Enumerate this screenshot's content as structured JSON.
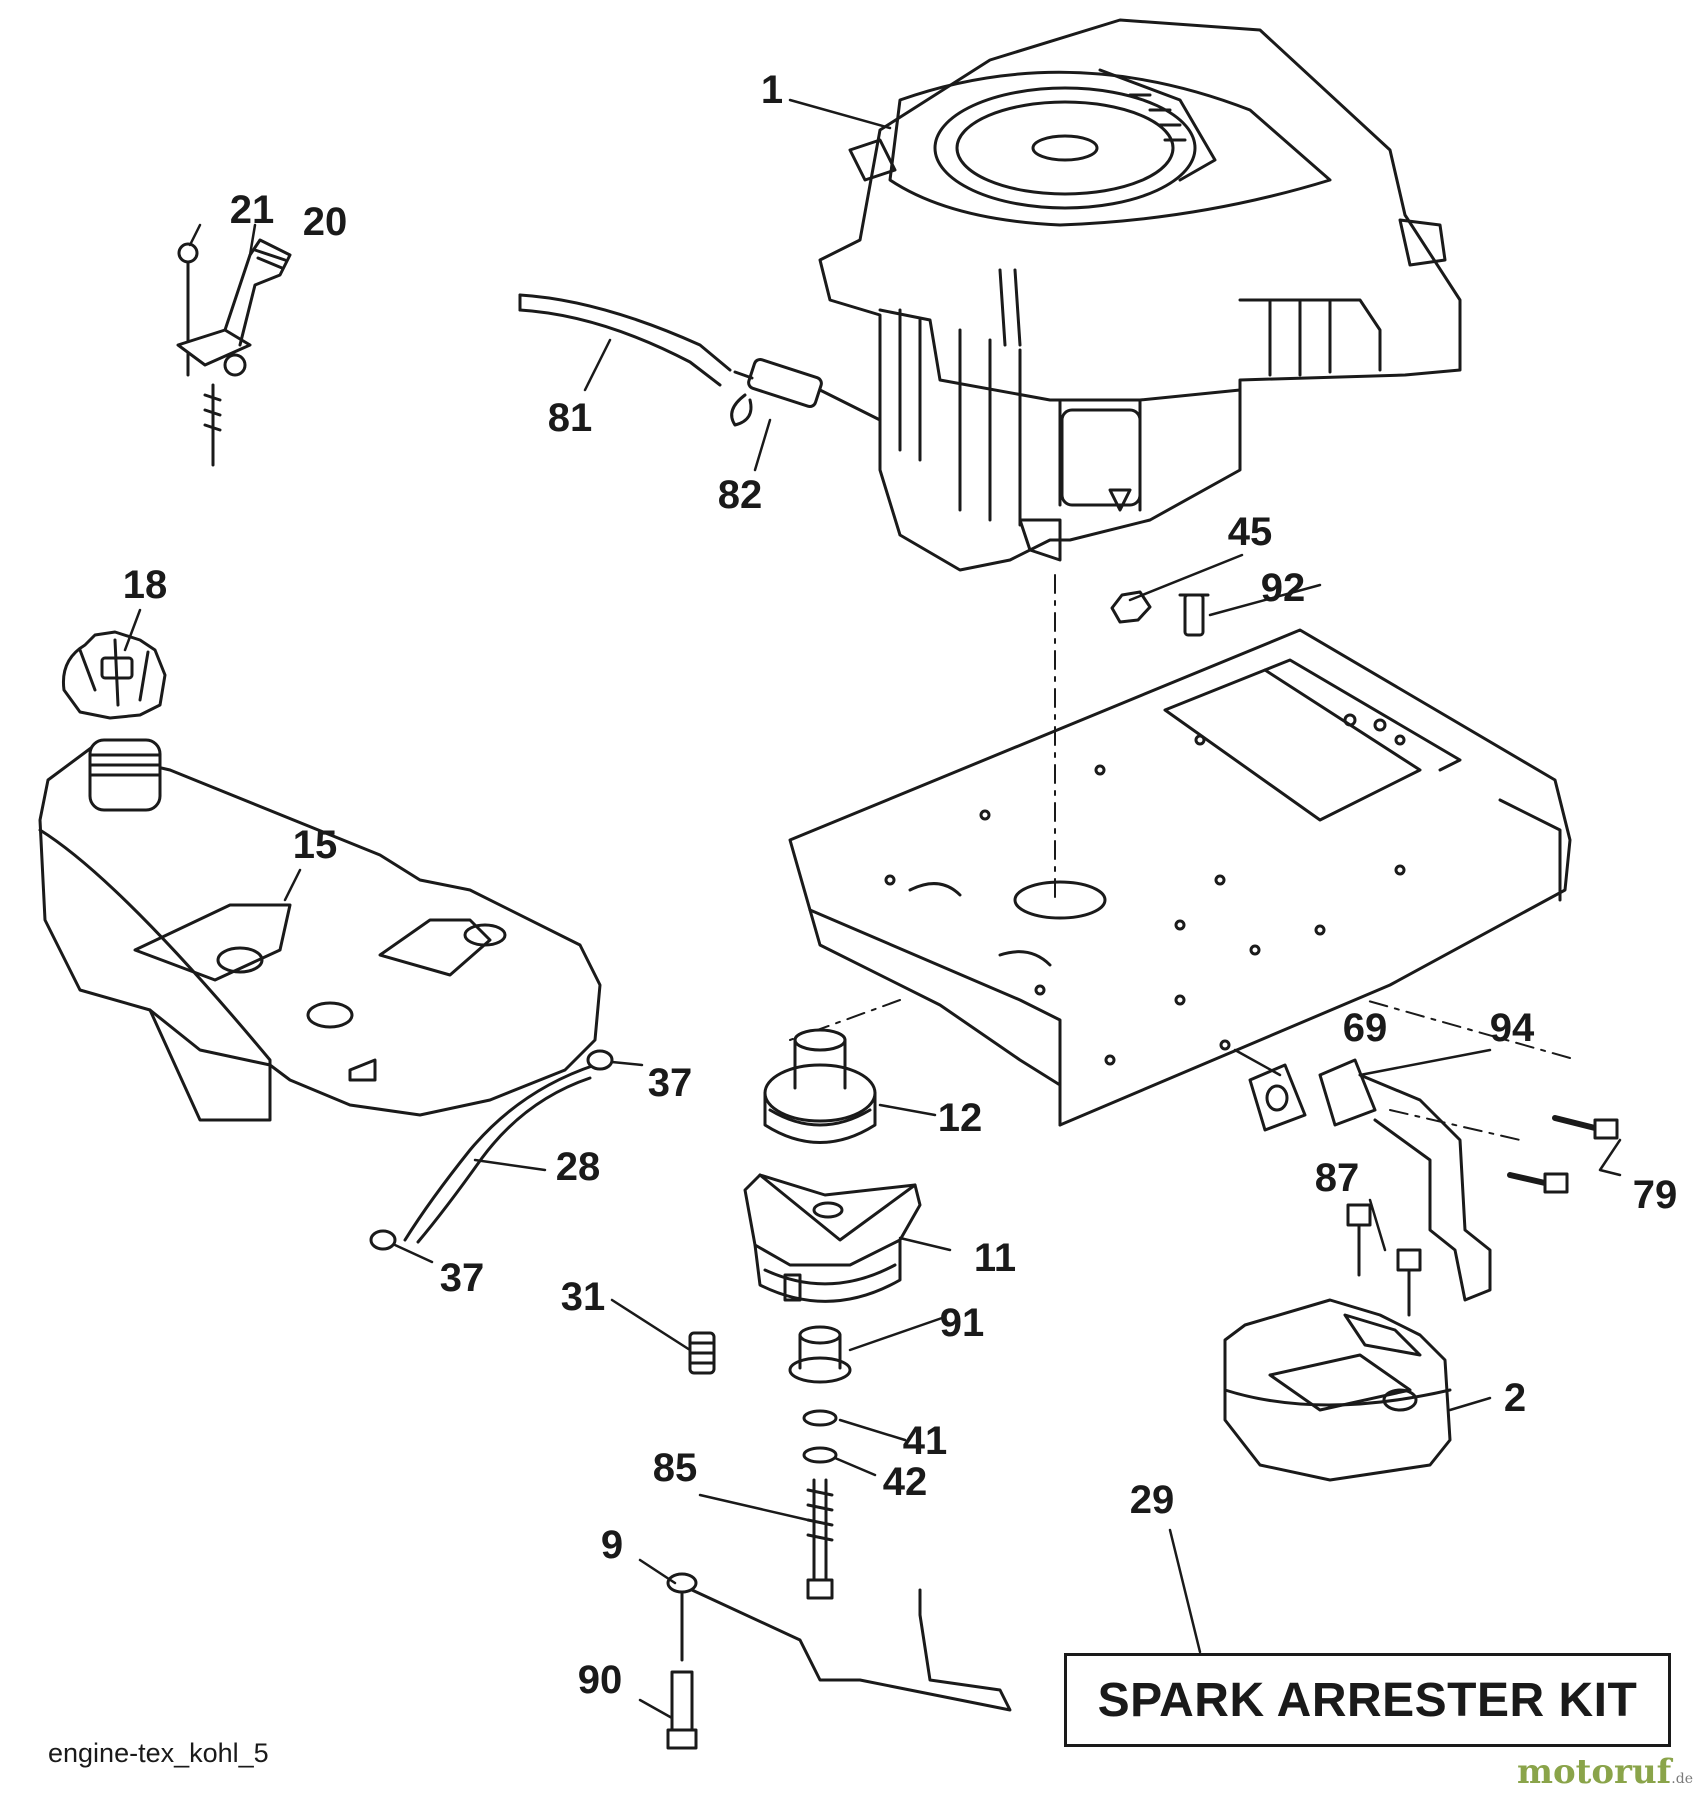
{
  "diagram": {
    "filename": "engine-tex_kohl_5",
    "kit_label": "SPARK ARRESTER KIT",
    "watermark": "motoruf",
    "watermark_suffix": ".de",
    "callouts": [
      {
        "id": "1",
        "text": "1"
      },
      {
        "id": "2",
        "text": "2"
      },
      {
        "id": "9",
        "text": "9"
      },
      {
        "id": "11",
        "text": "11"
      },
      {
        "id": "12",
        "text": "12"
      },
      {
        "id": "15",
        "text": "15"
      },
      {
        "id": "18",
        "text": "18"
      },
      {
        "id": "20",
        "text": "20"
      },
      {
        "id": "21",
        "text": "21"
      },
      {
        "id": "28",
        "text": "28"
      },
      {
        "id": "29",
        "text": "29"
      },
      {
        "id": "31",
        "text": "31"
      },
      {
        "id": "37a",
        "text": "37"
      },
      {
        "id": "37b",
        "text": "37"
      },
      {
        "id": "41",
        "text": "41"
      },
      {
        "id": "42",
        "text": "42"
      },
      {
        "id": "45",
        "text": "45"
      },
      {
        "id": "69",
        "text": "69"
      },
      {
        "id": "79",
        "text": "79"
      },
      {
        "id": "81",
        "text": "81"
      },
      {
        "id": "82",
        "text": "82"
      },
      {
        "id": "85",
        "text": "85"
      },
      {
        "id": "87",
        "text": "87"
      },
      {
        "id": "90",
        "text": "90"
      },
      {
        "id": "91",
        "text": "91"
      },
      {
        "id": "92",
        "text": "92"
      },
      {
        "id": "94",
        "text": "94"
      }
    ]
  }
}
